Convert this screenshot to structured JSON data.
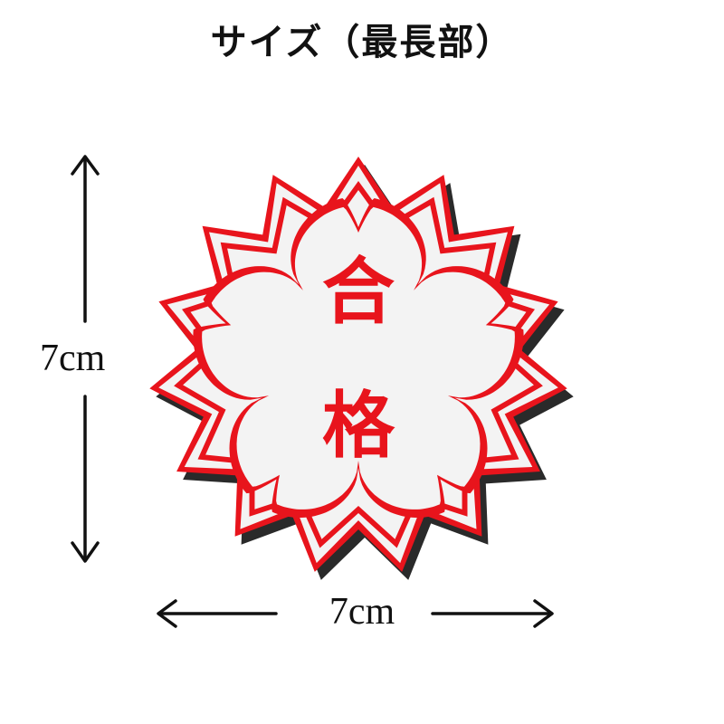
{
  "title": "サイズ（最長部）",
  "dimensions": {
    "height_label": "7cm",
    "width_label": "7cm"
  },
  "patch": {
    "text_line1": "合",
    "text_line2": "格",
    "colors": {
      "embroidery_red": "#e8141c",
      "fabric_white": "#f3f3f3",
      "backing_dark": "#2a2a2a",
      "arrow_black": "#111111"
    }
  }
}
